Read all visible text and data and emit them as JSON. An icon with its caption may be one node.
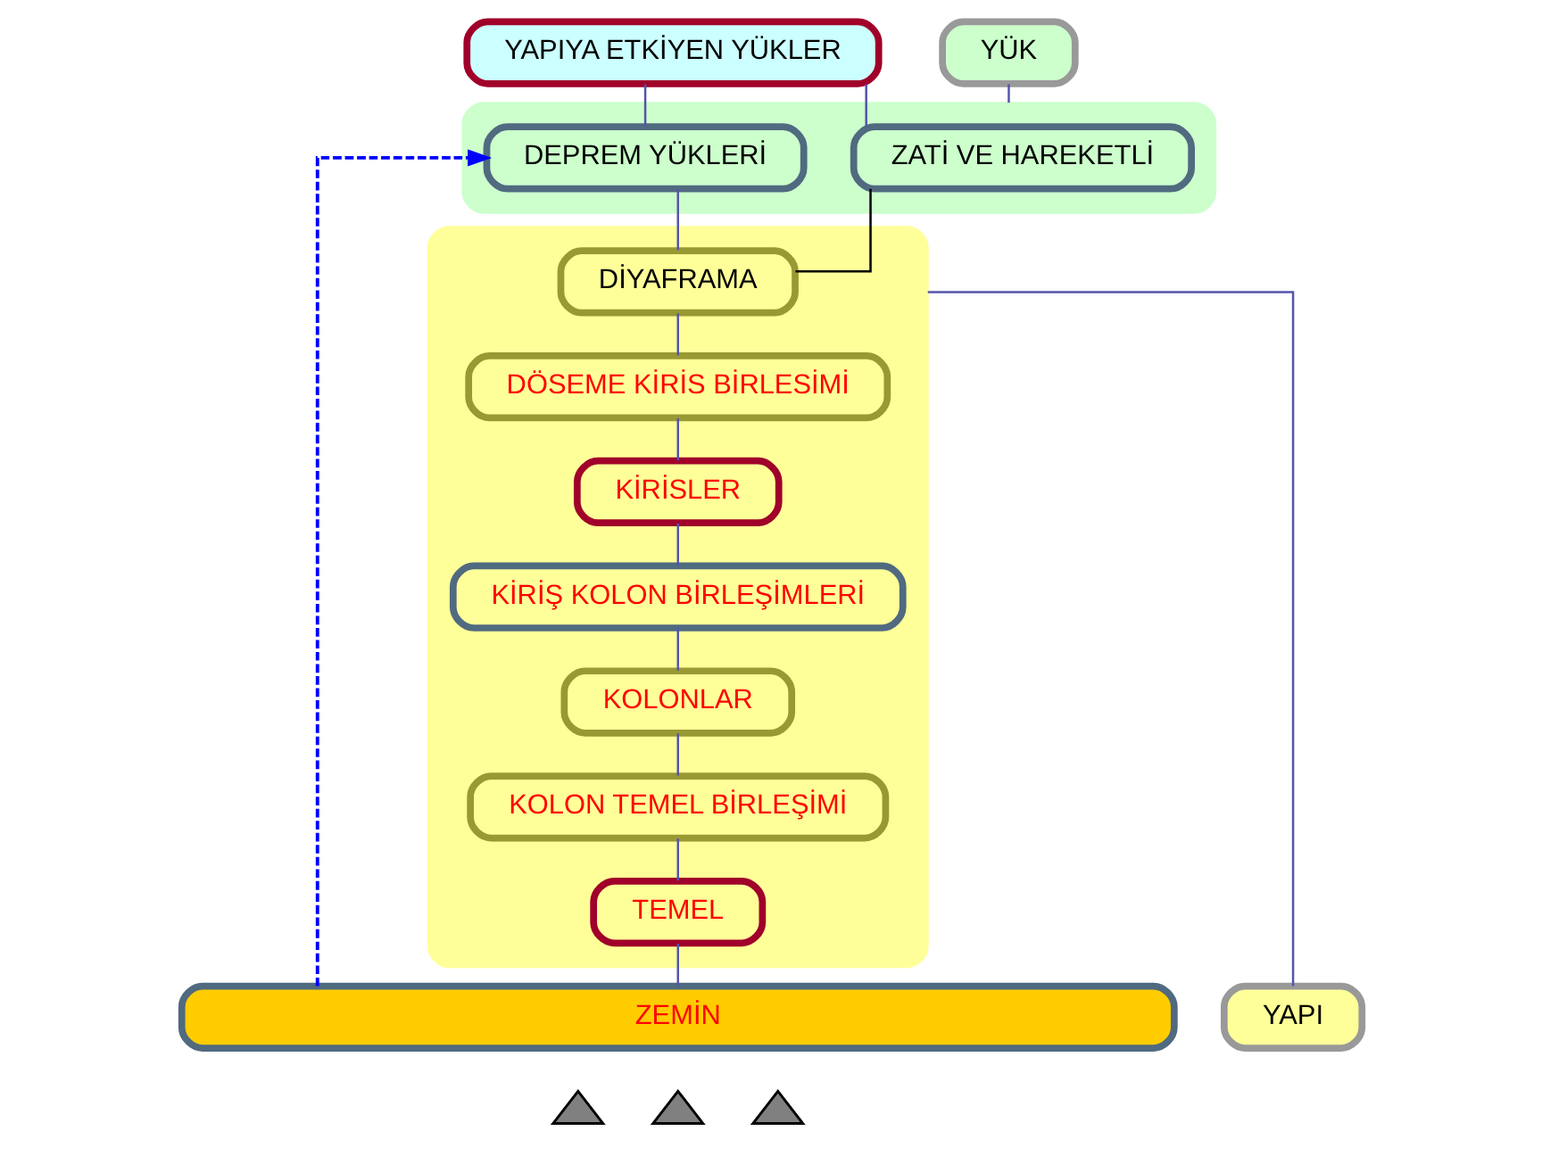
{
  "diagram": {
    "nodes": [
      {
        "text": [
          "YAPIYA ETKİYEN YÜKLER"
        ]
      },
      {
        "text": [
          "YÜK"
        ]
      },
      {
        "text": [],
        "shape": "box"
      },
      {
        "text": [
          "ZATİ VE HAREKETLİ"
        ],
        "in": 2
      },
      {
        "text": [
          "DEPREM YÜKLERİ"
        ],
        "in": 2
      },
      {
        "text": [
          "YAPI"
        ]
      },
      {
        "text": [],
        "shape": "box"
      },
      {
        "text": [
          "DİYAFRAMA"
        ],
        "in": 6
      },
      {
        "text": [
          "DÖSEME KİRİS BİRLESİMİ"
        ],
        "in": 6
      },
      {
        "text": [
          "KİRİSLER"
        ],
        "in": 6
      },
      {
        "text": [
          "KİRİŞ KOLON BİRLEŞİMLERİ"
        ],
        "in": 6
      },
      {
        "text": [
          "KOLONLAR"
        ],
        "in": 6
      },
      {
        "text": [
          "KOLON TEMEL BİRLEŞİMİ"
        ],
        "in": 6
      },
      {
        "text": [
          "TEMEL"
        ],
        "in": 6
      },
      {
        "text": [
          "ZEMİN"
        ]
      },
      {
        "text": [],
        "shape": "triangle"
      },
      {
        "text": [],
        "shape": "triangle"
      },
      {
        "text": [],
        "shape": "triangle"
      }
    ],
    "edges": [
      {
        "from": 0,
        "to": 3,
        "arrow": "none"
      },
      {
        "from": 0,
        "to": 4,
        "arrow": "none"
      },
      {
        "from": 1,
        "to": 2,
        "arrow": "none"
      },
      {
        "from": 3,
        "to": 7,
        "arrow": "none",
        "color": "#000000"
      },
      {
        "from": 4,
        "to": 7,
        "arrow": "none"
      },
      {
        "from": 5,
        "to": 6,
        "arrow": "none"
      },
      {
        "from": 7,
        "to": 8,
        "arrow": "none"
      },
      {
        "from": 8,
        "to": 9,
        "arrow": "none"
      },
      {
        "from": 9,
        "to": 10,
        "arrow": "none"
      },
      {
        "from": 10,
        "to": 11,
        "arrow": "none"
      },
      {
        "from": 11,
        "to": 12,
        "arrow": "none"
      },
      {
        "from": 12,
        "to": 13,
        "arrow": "none"
      },
      {
        "from": 13,
        "to": 14,
        "arrow": "none"
      },
      {
        "from": 14,
        "to": 4,
        "arrow": "to",
        "style": "dashed",
        "color": "#0000ff"
      }
    ]
  }
}
